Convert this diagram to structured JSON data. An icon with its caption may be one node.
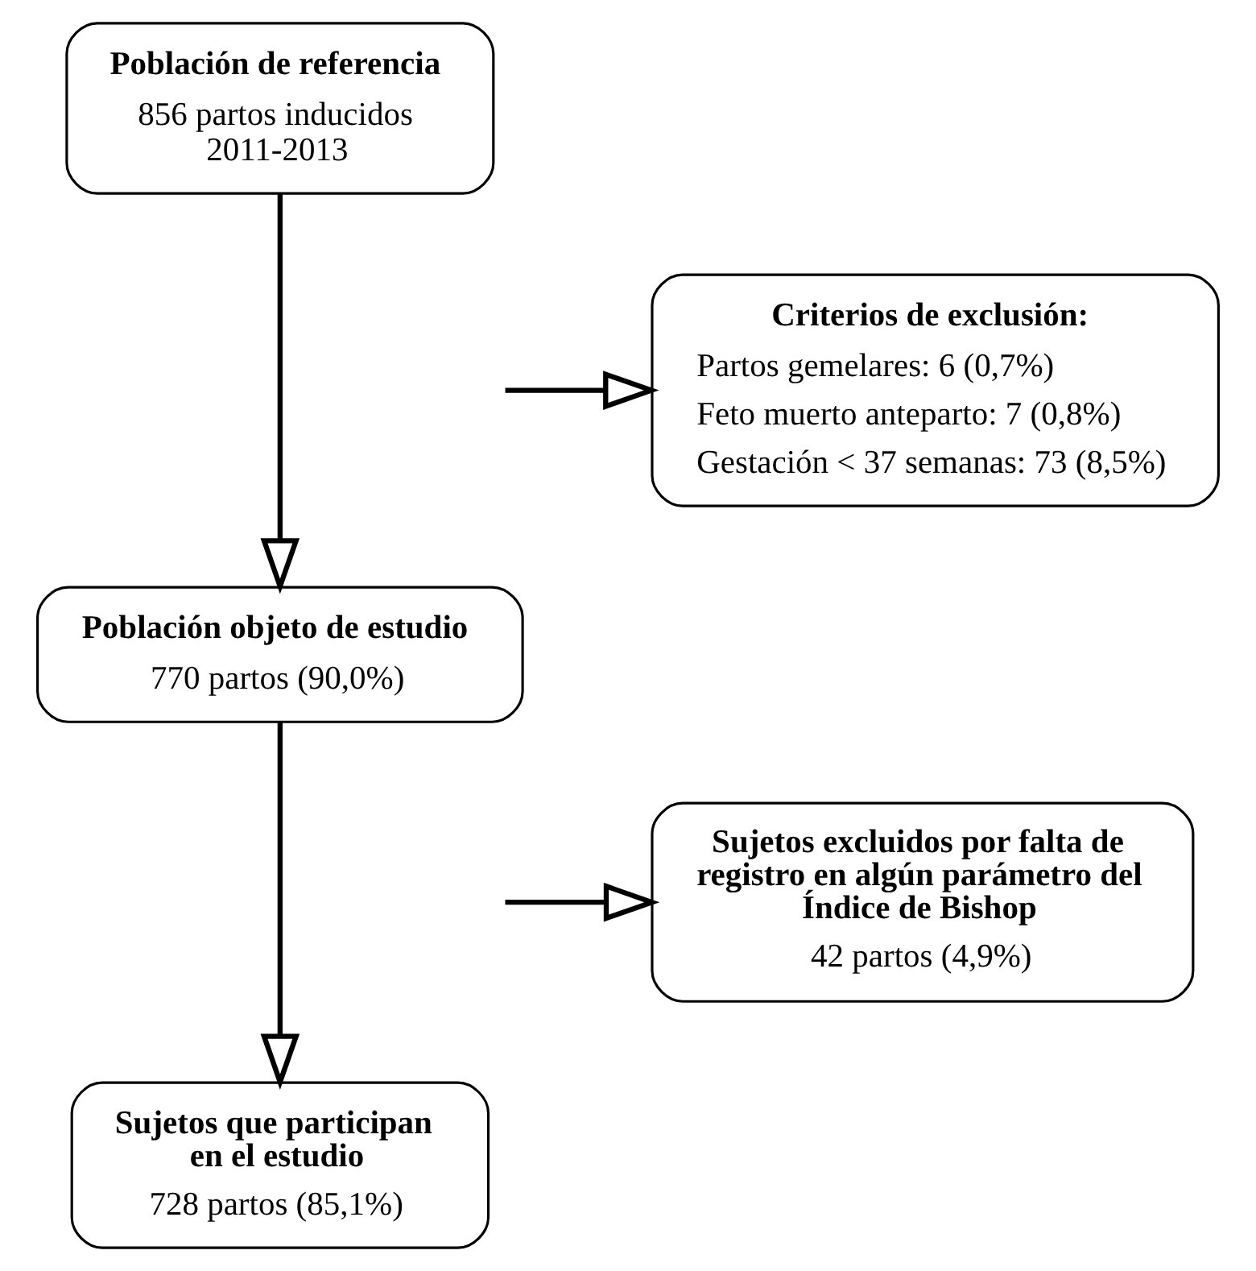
{
  "diagram": {
    "nodes": [
      {
        "text": [
          "Población de referencia",
          "856 partos inducidos 2011-2013"
        ]
      },
      {
        "text": [
          "Criterios de exclusión:",
          "Partos gemelares: 6 (0,7%)",
          "Feto muerto anteparto: 7 (0,8%)",
          "Gestación < 37 semanas: 73 (8,5%)"
        ]
      },
      {
        "text": [
          "Población objeto de estudio",
          "770 partos (90,0%)"
        ]
      },
      {
        "text": [
          "Sujetos excluidos por falta de registro en algún parámetro del Índice de Bishop",
          "42 partos (4,9%)"
        ]
      },
      {
        "text": [
          "Sujetos que participan en el estudio",
          "728 partos (85,1%)"
        ]
      }
    ],
    "edges": [
      {
        "from": 0,
        "to": 2,
        "arrow": "to"
      },
      {
        "from": null,
        "to": 1,
        "arrow": "to"
      },
      {
        "from": 2,
        "to": 4,
        "arrow": "to"
      },
      {
        "from": null,
        "to": 3,
        "arrow": "to"
      }
    ]
  }
}
